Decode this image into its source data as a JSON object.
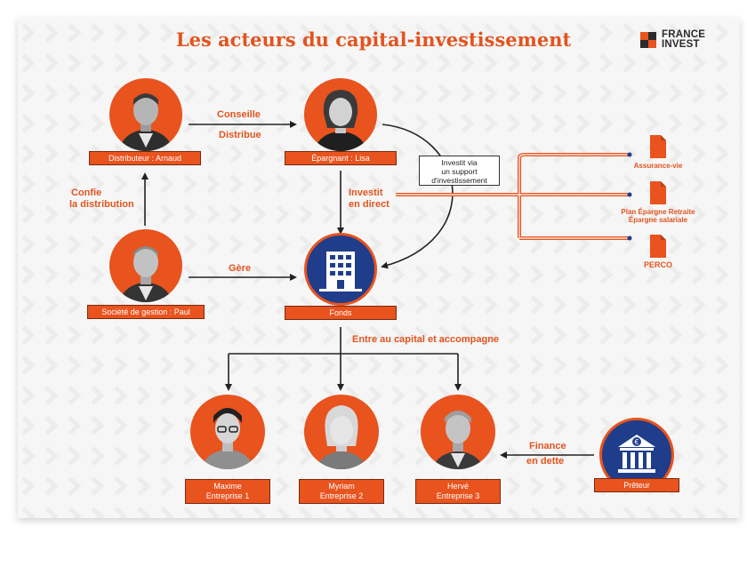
{
  "title": "Les acteurs du capital-investissement",
  "logo": {
    "line1": "FRANCE",
    "line2": "INVEST"
  },
  "colors": {
    "orange": "#e8531e",
    "navy": "#1f3d8a",
    "dark": "#2b2b2b"
  },
  "nodes": {
    "distributeur": "Distributeur : Arnaud",
    "epargnant": "Épargnant : Lisa",
    "societe": "Société de gestion : Paul",
    "fonds": "Fonds",
    "maxime": {
      "line1": "Maxime",
      "line2": "Entreprise 1"
    },
    "myriam": {
      "line1": "Myriam",
      "line2": "Entreprise 2"
    },
    "herve": {
      "line1": "Hervé",
      "line2": "Entreprise 3"
    },
    "preteur": "Prêteur"
  },
  "edges": {
    "conseille": "Conseille",
    "distribue": "Distribue",
    "confie1": "Confie",
    "confie2": "la distribution",
    "gere": "Gère",
    "investit_direct1": "Investit",
    "investit_direct2": "en direct",
    "investit_via1": "Investit via",
    "investit_via2": "un support",
    "investit_via3": "d'investissement",
    "entre": "Entre au capital et accompagne",
    "finance1": "Finance",
    "finance2": "en dette"
  },
  "supports": {
    "assurance": "Assurance-vie",
    "per1": "Plan Épargne Retraite",
    "per2": "Épargne salariale",
    "perco": "PERCO"
  },
  "icons": [
    "building-icon",
    "bank-euro-icon",
    "document-icon",
    "person-portrait-icon",
    "france-invest-logo-icon"
  ]
}
